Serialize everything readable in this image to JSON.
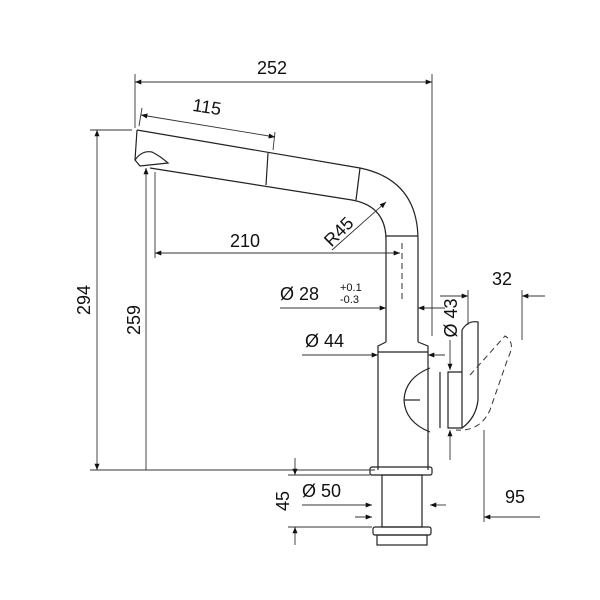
{
  "dimensions": {
    "overall_width": "252",
    "spout_pullout": "115",
    "spout_reach": "210",
    "bend_radius": "R45",
    "spout_diameter": "Ø 28",
    "spout_tol_plus": "+0.1",
    "spout_tol_minus": "-0.3",
    "lever_diameter": "Ø 43",
    "lever_depth": "32",
    "body_diameter": "Ø 44",
    "overall_height": "294",
    "outlet_height": "259",
    "base_height": "45",
    "base_diameter": "Ø 50",
    "lever_reach": "95"
  }
}
